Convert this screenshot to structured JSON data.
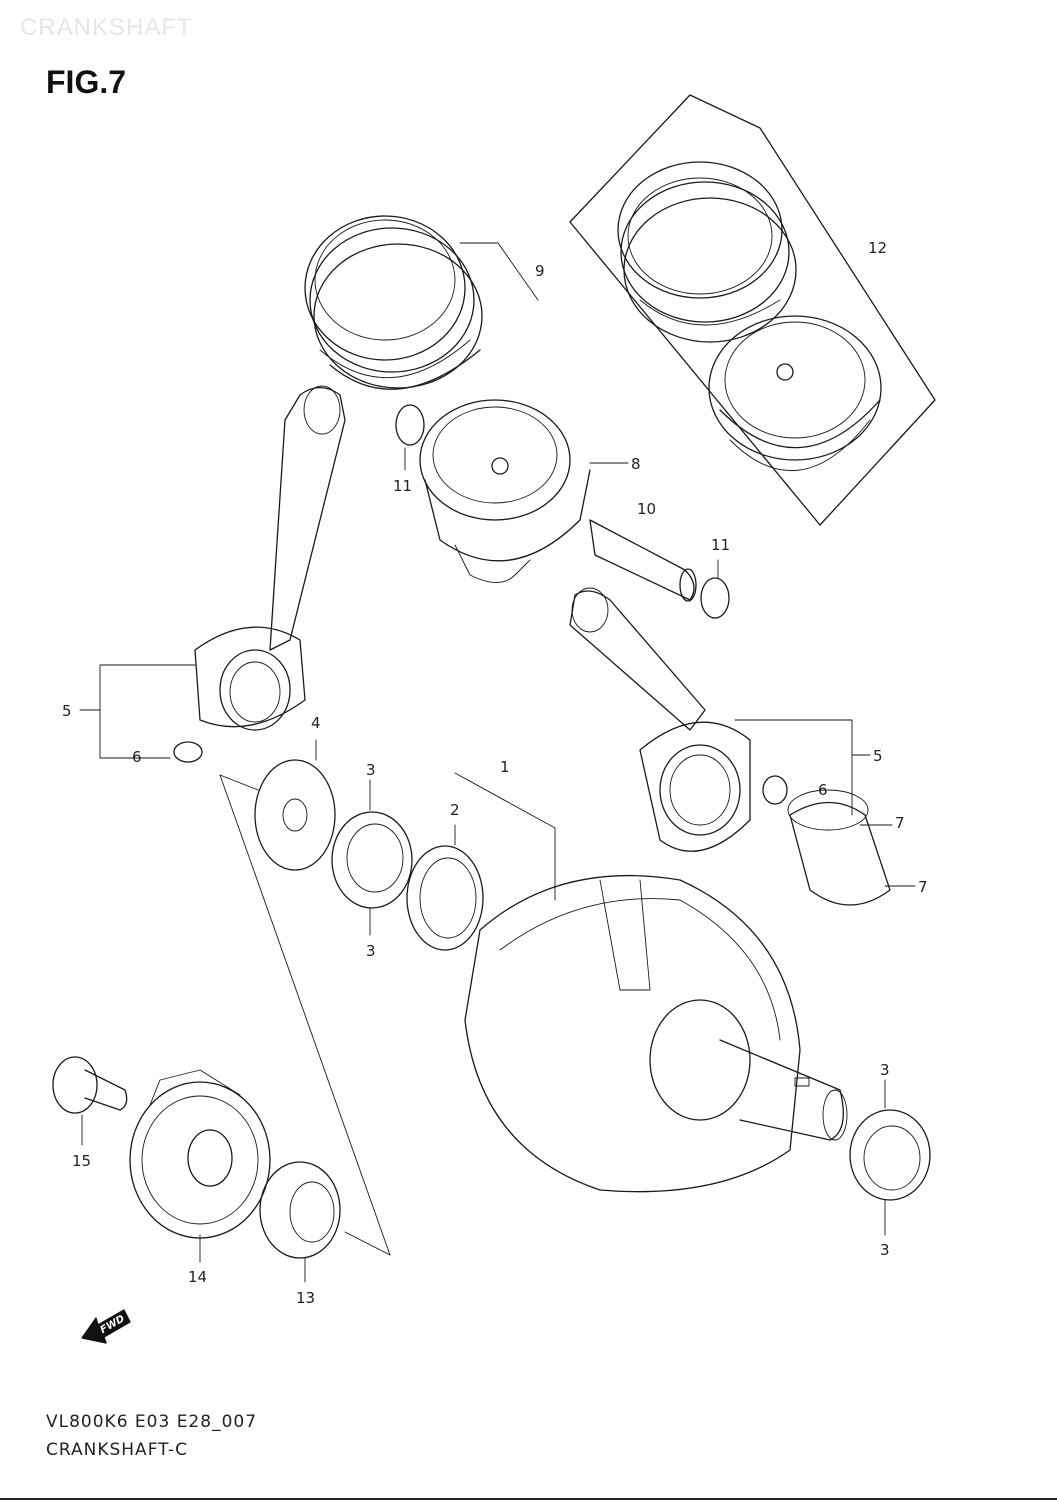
{
  "header": {
    "watermark": "CRANKSHAFT",
    "figure_title": "FIG.7"
  },
  "callouts": {
    "c1": "1",
    "c2": "2",
    "c3a": "3",
    "c3b": "3",
    "c3c": "3",
    "c3d": "3",
    "c4": "4",
    "c5a": "5",
    "c5b": "5",
    "c6a": "6",
    "c6b": "6",
    "c7a": "7",
    "c7b": "7",
    "c8": "8",
    "c9": "9",
    "c10": "10",
    "c11a": "11",
    "c11b": "11",
    "c12": "12",
    "c13": "13",
    "c14": "14",
    "c15": "15"
  },
  "fwd_badge": "FWD",
  "footer": {
    "code": "VL800K6 E03 E28_007",
    "name": "CRANKSHAFT-C"
  }
}
